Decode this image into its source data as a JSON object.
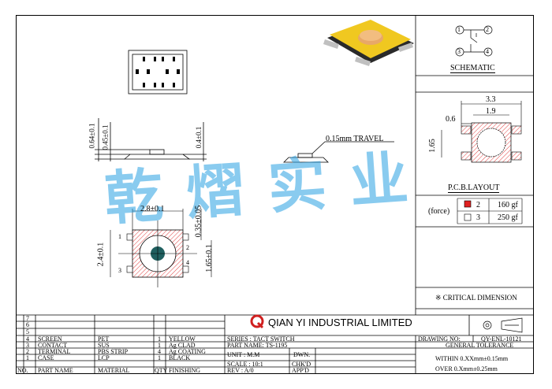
{
  "watermark": "乾 熠 实 业",
  "schematic": {
    "label": "SCHEMATIC",
    "pins": [
      "1",
      "2",
      "3",
      "4"
    ]
  },
  "pcb": {
    "label": "P.C.B.LAYOUT",
    "dim_total": "3.3",
    "dim_inner": "1.9",
    "dim_pad": "0.6",
    "dim_height": "1.65"
  },
  "force": {
    "label": "(force)",
    "rows": [
      {
        "code": "2",
        "value": "160 gf",
        "color": "#e02020"
      },
      {
        "code": "3",
        "value": "250 gf",
        "color": "#ffffff"
      }
    ]
  },
  "critical": "※ CRITICAL  DIMENSION",
  "side_dims": {
    "h1": "0.64±0.1",
    "h2": "0.45±0.1",
    "h3": "0.4±0.1",
    "travel": "0.15mm  TRAVEL"
  },
  "top_dims": {
    "width": "2.8±0.1",
    "height": "2.4±0.1",
    "cap": "0.35±0.05",
    "side": "1.65±0.1",
    "pins": [
      "1",
      "2",
      "3",
      "4"
    ]
  },
  "company": "QIAN YI INDUSTRIAL LIMITED",
  "rev_rows": [
    "7",
    "6",
    "5"
  ],
  "parts": [
    {
      "no": "4",
      "name": "SCREEN",
      "material": "PET",
      "qty": "1",
      "finish": "YELLOW"
    },
    {
      "no": "3",
      "name": "CONTACT",
      "material": "SUS",
      "qty": "1",
      "finish": "Ag CLAD"
    },
    {
      "no": "2",
      "name": "TERMINAL",
      "material": "PBS STRIP",
      "qty": "4",
      "finish": "Ag COATING"
    },
    {
      "no": "1",
      "name": "CASE",
      "material": "LCP",
      "qty": "1",
      "finish": "BLACK"
    }
  ],
  "parts_header": {
    "no": "NO.",
    "name": "PART NAME",
    "material": "MATERIAL",
    "qty": "QTY",
    "finish": "FINISHING"
  },
  "info": {
    "series": "SERIES : TACT SWITCH",
    "part_name": "PART NAME: TS-1195",
    "unit": "UNIT   : M.M",
    "dwn": "DWN.",
    "scale": "SCALE : 10:1",
    "chkd": "CHK'D",
    "rev": "REV   : A/0",
    "appd": "APP'D"
  },
  "drawing_no": {
    "label": "DRAWING NO:",
    "value": "QY-ENL-10121"
  },
  "tolerance": {
    "title": "GENERAL TOLERANCE",
    "within": "WITHIN 0.XXmm±0.15mm",
    "over": "OVER   0.Xmm±0.25mm"
  }
}
